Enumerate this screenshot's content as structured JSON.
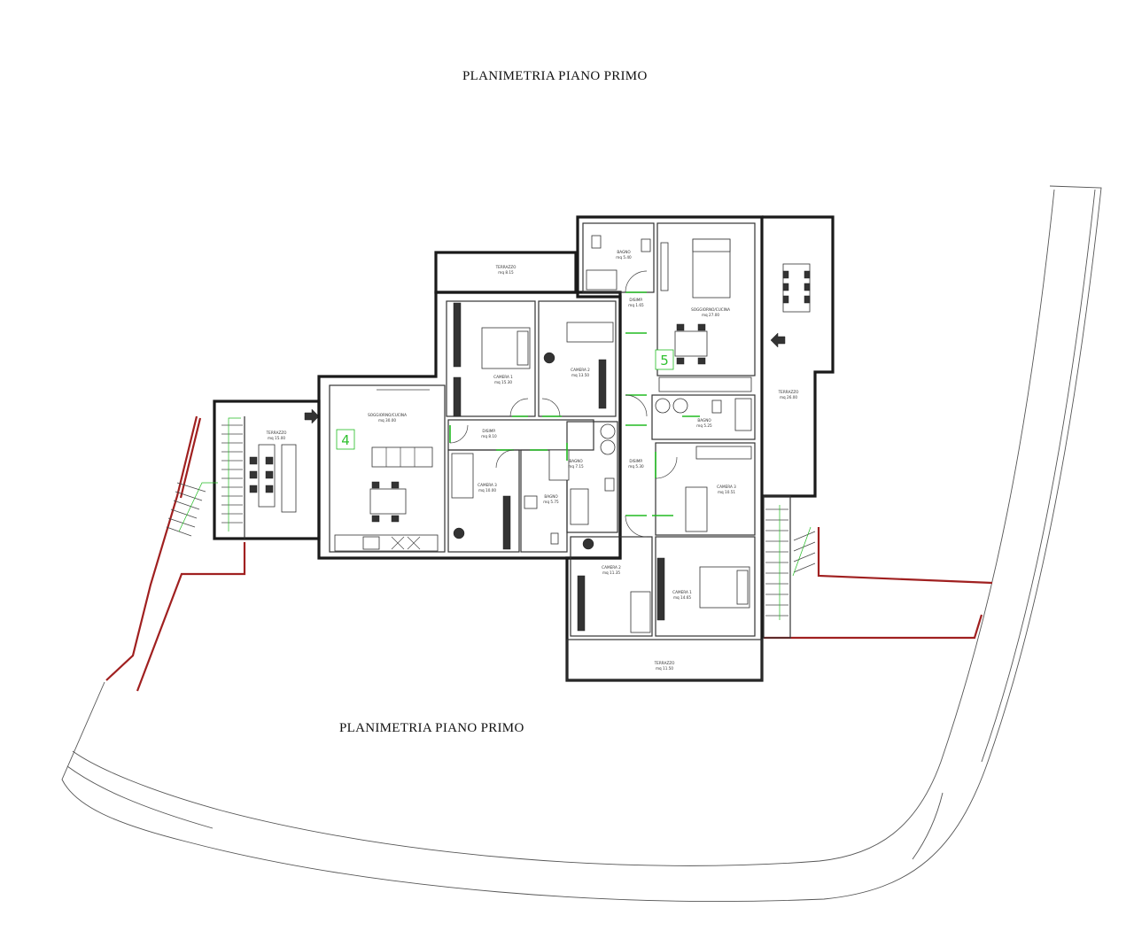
{
  "title_top": "PLANIMETRIA PIANO PRIMO",
  "title_bottom": "PLANIMETRIA PIANO PRIMO",
  "units": {
    "unit_4": "4",
    "unit_5": "5"
  },
  "rooms": {
    "terrazzo_top": {
      "name": "TERRAZZO",
      "area": "mq 8.15"
    },
    "terrazzo_left": {
      "name": "TERRAZZO",
      "area": "mq 15.00"
    },
    "terrazzo_right": {
      "name": "TERRAZZO",
      "area": "mq 26.00"
    },
    "terrazzo_bottom": {
      "name": "TERRAZZO",
      "area": "mq 11.50"
    },
    "soggiorno_4": {
      "name": "SOGGIORNO/CUCINA",
      "area": "mq 30.00"
    },
    "camera1_4": {
      "name": "CAMERA 1",
      "area": "mq 15.30"
    },
    "camera2_4": {
      "name": "CAMERA 2",
      "area": "mq 13.50"
    },
    "camera3_4": {
      "name": "CAMERA 3",
      "area": "mq 10.00"
    },
    "disimp_4": {
      "name": "DISIMP.",
      "area": "mq 8.10"
    },
    "bagno1_4": {
      "name": "BAGNO",
      "area": "mq 7.15"
    },
    "bagno2_4": {
      "name": "BAGNO",
      "area": "mq 5.75"
    },
    "bagno_5a": {
      "name": "BAGNO",
      "area": "mq 5.40"
    },
    "disimp_5a": {
      "name": "DISIMP.",
      "area": "mq 1.65"
    },
    "soggiorno_5": {
      "name": "SOGGIORNO/CUCINA",
      "area": "mq 27.00"
    },
    "bagno_5b": {
      "name": "BAGNO",
      "area": "mq 5.25"
    },
    "disimp_5b": {
      "name": "DISIMP.",
      "area": "mq 5.30"
    },
    "camera3_5": {
      "name": "CAMERA 3",
      "area": "mq 10.51"
    },
    "camera2_5": {
      "name": "CAMERA 2",
      "area": "mq 11.35"
    },
    "camera1_5": {
      "name": "CAMERA 1",
      "area": "mq 14.65"
    }
  }
}
